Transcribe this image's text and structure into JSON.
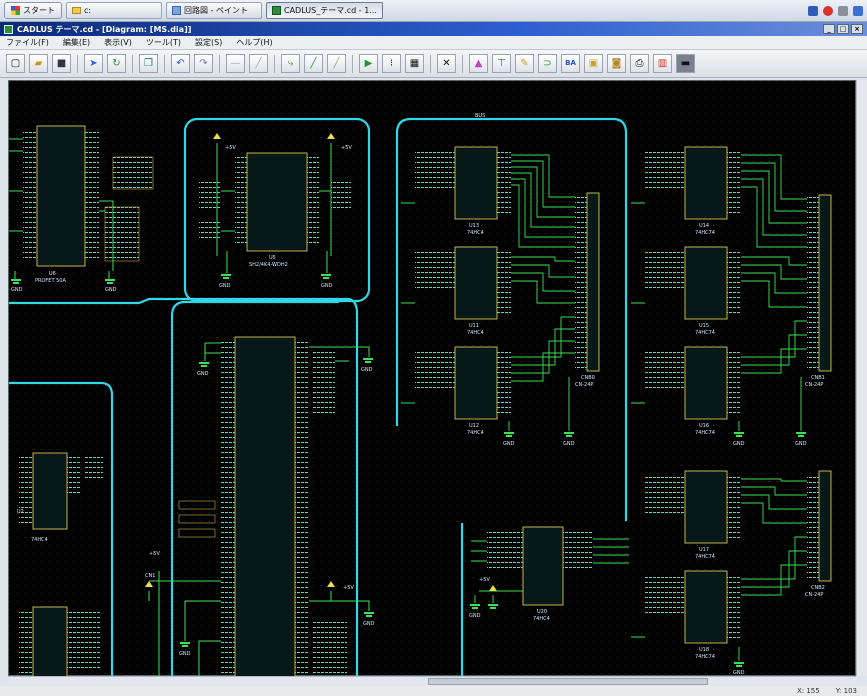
{
  "taskbar": {
    "start_label": "スタート",
    "tasks": [
      {
        "label": "c:",
        "active": false
      },
      {
        "label": "回路図 - ペイント",
        "active": false
      },
      {
        "label": "CADLUS_テーマ.cd - 1...",
        "active": true
      }
    ]
  },
  "window": {
    "title": "CADLUS テーマ.cd - [Diagram: [MS.dia]]"
  },
  "menu": [
    "ファイル(F)",
    "編集(E)",
    "表示(V)",
    "ツール(T)",
    "設定(S)",
    "ヘルプ(H)"
  ],
  "toolbar_icons": [
    "new",
    "open",
    "save",
    "select",
    "rotate",
    "copy",
    "undo",
    "redo",
    "text",
    "line",
    "bus",
    "wire",
    "probe",
    "run",
    "step",
    "grid",
    "delete",
    "triangle",
    "resistor",
    "doc",
    "component",
    "ba",
    "chip",
    "save2",
    "print",
    "delete2",
    "pan"
  ],
  "schematic": {
    "components": {
      "u6": "U6",
      "u6_part": "PROFET 50A",
      "u5": "U5",
      "u5_part": "SH2/4K4-WDH2",
      "cn1": "CN1",
      "u13": "U13",
      "u13_part": "74HC4",
      "u11": "U11",
      "u11_part": "74HC4",
      "u12": "U12",
      "u12_part": "74HC4",
      "cnb0": "CNB0",
      "cnb0_part": "CN-24P",
      "u14": "U14",
      "u14_part": "74HC74",
      "u15": "U15",
      "u15_part": "74HC74",
      "u16": "U16",
      "u16_part": "74HC74",
      "cnb1": "CNB1",
      "cnb1_part": "CN-24P",
      "u17": "U17",
      "u17_part": "74HC74",
      "u18": "U18",
      "u18_part": "74HC74",
      "cnb2": "CNB2",
      "cnb2_part": "CN-24P",
      "u20": "U20",
      "u20_part": "74HC4",
      "u2": "U2",
      "u2_part": "74HC4"
    },
    "gnd": "GND",
    "vcc": "+5V",
    "bus_label": "BUS"
  },
  "status": [
    "X: 155",
    "Y: 103"
  ]
}
